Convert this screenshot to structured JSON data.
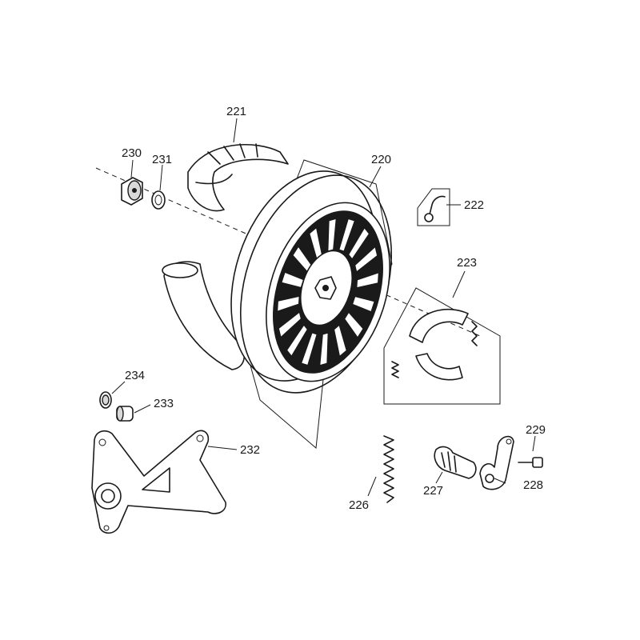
{
  "parts": [
    {
      "id": "tire",
      "number": "221"
    },
    {
      "id": "wheel",
      "number": "220"
    },
    {
      "id": "nut",
      "number": "230"
    },
    {
      "id": "washer",
      "number": "231"
    },
    {
      "id": "valve",
      "number": "222"
    },
    {
      "id": "brake-shoe-set",
      "number": "223"
    },
    {
      "id": "cap",
      "number": "234"
    },
    {
      "id": "bushing",
      "number": "233"
    },
    {
      "id": "brake-arm",
      "number": "232"
    },
    {
      "id": "spring",
      "number": "226"
    },
    {
      "id": "cam",
      "number": "227"
    },
    {
      "id": "lever",
      "number": "228"
    },
    {
      "id": "bolt",
      "number": "229"
    }
  ]
}
